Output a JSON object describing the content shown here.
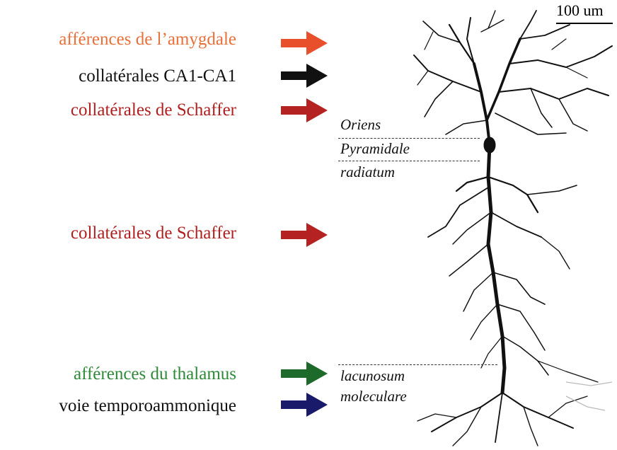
{
  "inputs": [
    {
      "label": "afférences de l’amygdale",
      "color": "#e8703a",
      "arrow_color": "#e8502c"
    },
    {
      "label": "collatérales CA1-CA1",
      "color": "#111111",
      "arrow_color": "#111111"
    },
    {
      "label": "collatérales de Schaffer",
      "color": "#b02020",
      "arrow_color": "#b52222"
    },
    {
      "label": "collatérales de Schaffer",
      "color": "#b02020",
      "arrow_color": "#b52222"
    },
    {
      "label": "afférences du thalamus",
      "color": "#2e8a38",
      "arrow_color": "#1e6a2a"
    },
    {
      "label": "voie temporoammonique",
      "color": "#111111",
      "arrow_color": "#1a1a6a"
    }
  ],
  "layers": {
    "oriens": "Oriens",
    "pyramidale": "Pyramidale",
    "radiatum": "radiatum",
    "lacunosum": "lacunosum",
    "moleculare": "moleculare"
  },
  "scale": {
    "label": "100 um"
  }
}
